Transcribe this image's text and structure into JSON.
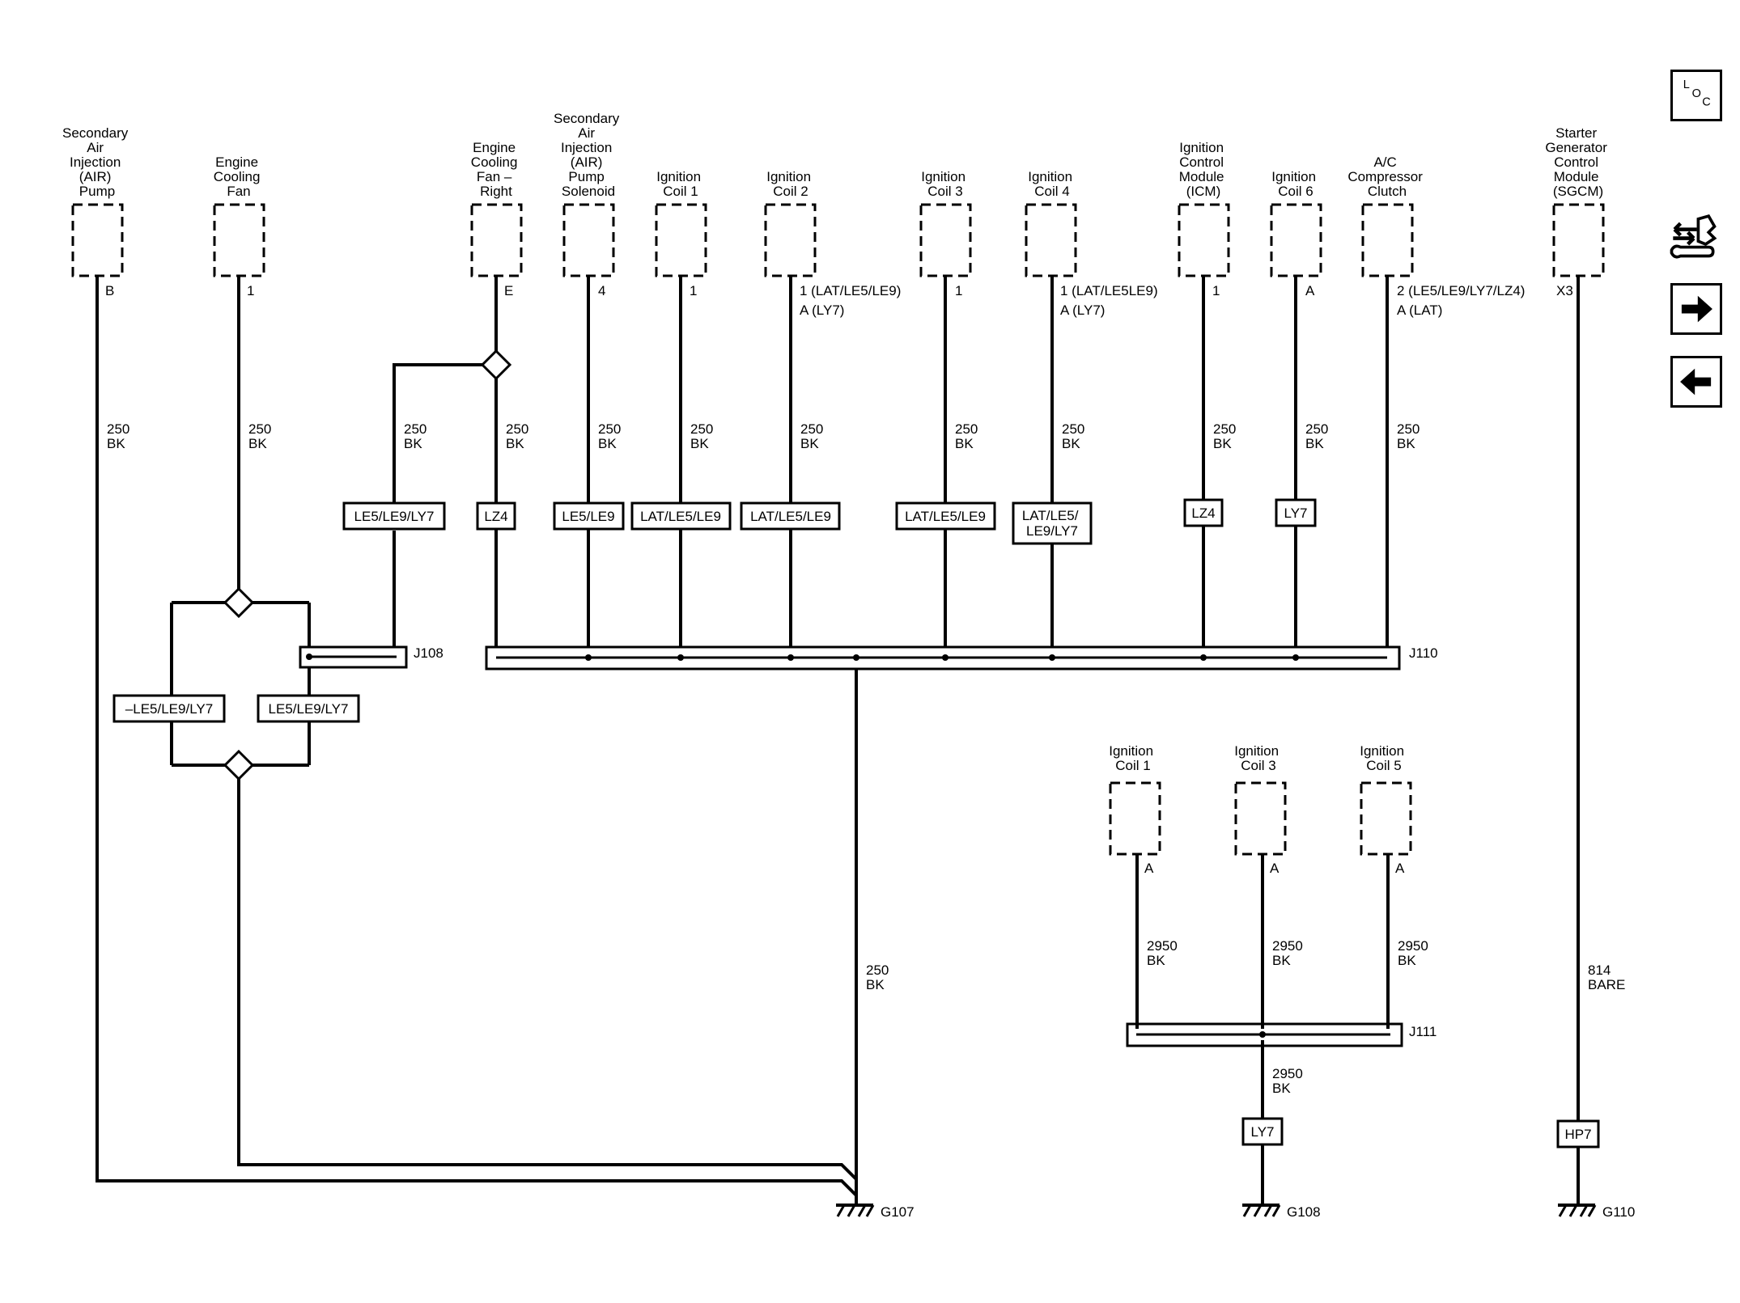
{
  "components": {
    "air_pump": {
      "lines": [
        "Secondary",
        "Air",
        "Injection",
        "(AIR)",
        "Pump"
      ],
      "pin": "B"
    },
    "cooling_fan": {
      "lines": [
        "Engine",
        "Cooling",
        "Fan"
      ],
      "pin": "1"
    },
    "fan_right": {
      "lines": [
        "Engine",
        "Cooling",
        "Fan –",
        "Right"
      ],
      "pin": "E"
    },
    "air_solenoid": {
      "lines": [
        "Secondary",
        "Air",
        "Injection",
        "(AIR)",
        "Pump",
        "Solenoid"
      ],
      "pin": "4"
    },
    "coil1": {
      "lines": [
        "Ignition",
        "Coil 1"
      ],
      "pin": "1"
    },
    "coil2": {
      "lines": [
        "Ignition",
        "Coil 2"
      ],
      "pin": "1 (LAT/LE5/LE9)",
      "pin2": "A (LY7)"
    },
    "coil3": {
      "lines": [
        "Ignition",
        "Coil 3"
      ],
      "pin": "1"
    },
    "coil4": {
      "lines": [
        "Ignition",
        "Coil 4"
      ],
      "pin": "1 (LAT/LE5LE9)",
      "pin2": "A (LY7)"
    },
    "icm": {
      "lines": [
        "Ignition",
        "Control",
        "Module",
        "(ICM)"
      ],
      "pin": "1"
    },
    "coil6": {
      "lines": [
        "Ignition",
        "Coil 6"
      ],
      "pin": "A"
    },
    "ac_clutch": {
      "lines": [
        "A/C",
        "Compressor",
        "Clutch"
      ],
      "pin": "2 (LE5/LE9/LY7/LZ4)",
      "pin2": "A (LAT)"
    },
    "sgcm": {
      "lines": [
        "Starter",
        "Generator",
        "Control",
        "Module",
        "(SGCM)"
      ],
      "pin": "X3"
    },
    "lower_coil1": {
      "lines": [
        "Ignition",
        "Coil 1"
      ],
      "pin": "A"
    },
    "lower_coil3": {
      "lines": [
        "Ignition",
        "Coil 3"
      ],
      "pin": "A"
    },
    "lower_coil5": {
      "lines": [
        "Ignition",
        "Coil 5"
      ],
      "pin": "A"
    }
  },
  "wires": {
    "w250": {
      "gauge": "250",
      "color": "BK"
    },
    "w2950": {
      "gauge": "2950",
      "color": "BK"
    },
    "w814": {
      "gauge": "814",
      "color": "BARE"
    }
  },
  "options": {
    "le5_le9_ly7": "LE5/LE9/LY7",
    "lz4": "LZ4",
    "le5_le9": "LE5/LE9",
    "lat_le5_le9": "LAT/LE5/LE9",
    "lat_le5_le9_ly7_l1": "LAT/LE5/",
    "lat_le5_le9_ly7_l2": "LE9/LY7",
    "ly7": "LY7",
    "not_le5_le9_ly7": "–LE5/LE9/LY7",
    "hp7": "HP7"
  },
  "splices": {
    "j108": "J108",
    "j110": "J110",
    "j111": "J111"
  },
  "grounds": {
    "g107": "G107",
    "g108": "G108",
    "g110": "G110"
  },
  "nav": {
    "loc_icon": "loc-icon",
    "connector_icon": "connector-end-view-icon",
    "next_icon": "arrow-right-icon",
    "prev_icon": "arrow-left-icon"
  }
}
